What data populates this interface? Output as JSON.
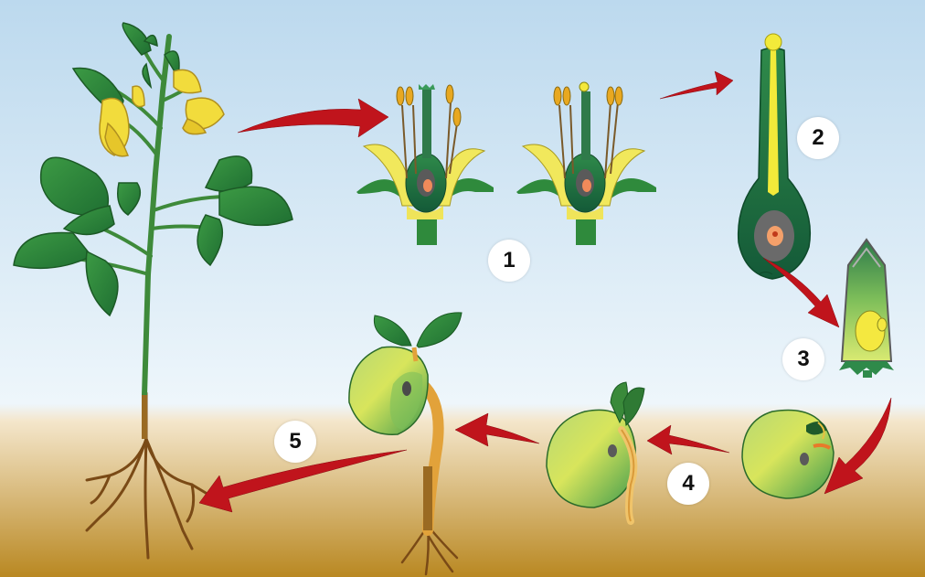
{
  "steps": [
    {
      "label": "1"
    },
    {
      "label": "2"
    },
    {
      "label": "3"
    },
    {
      "label": "4"
    },
    {
      "label": "5"
    }
  ],
  "colors": {
    "sky_top": "#bcd9ee",
    "sky_bottom": "#eef6fb",
    "soil_top": "#f3e3c4",
    "soil_bottom": "#b98822",
    "arrow": "#c0141c",
    "leaf": "#2f8a3c",
    "flower": "#f2de3c",
    "root": "#8a5a1c",
    "seed_green": "#5dab4c",
    "seed_yellow": "#d6e360"
  }
}
